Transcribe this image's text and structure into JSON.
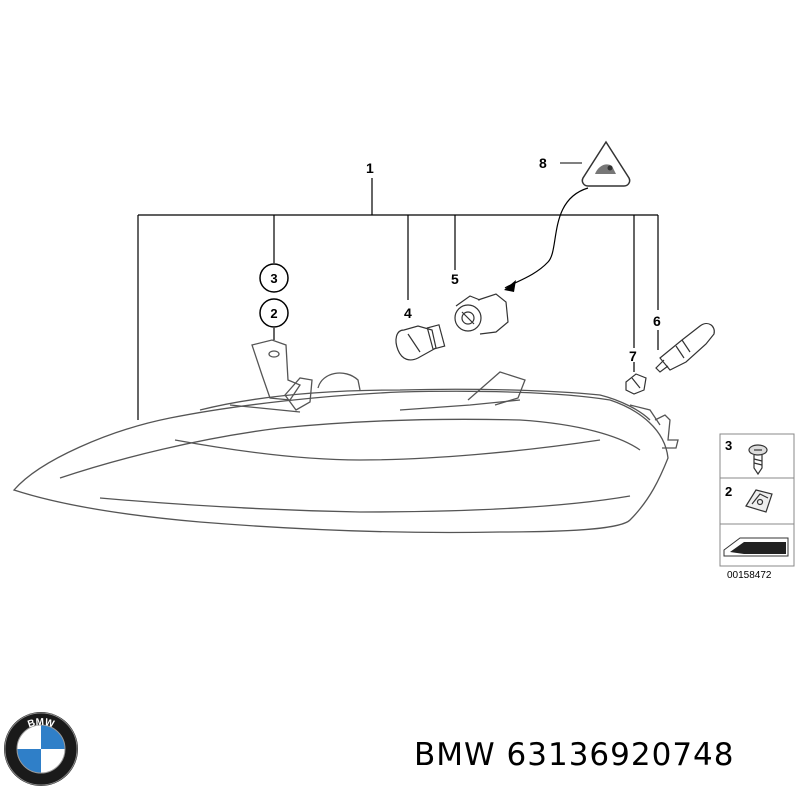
{
  "callouts": {
    "c1": "1",
    "c2": "2",
    "c3": "3",
    "c4": "4",
    "c5": "5",
    "c6": "6",
    "c7": "7",
    "c8": "8"
  },
  "legend": {
    "item_3": "3",
    "item_2": "2",
    "code": "00158472"
  },
  "caption": {
    "brand": "BMW",
    "part_number": "63136920748"
  },
  "logo": {
    "lettering": "BMW",
    "colors": {
      "blue": "#2f7fc8",
      "ring": "#1a1a1a",
      "white": "#ffffff"
    }
  }
}
